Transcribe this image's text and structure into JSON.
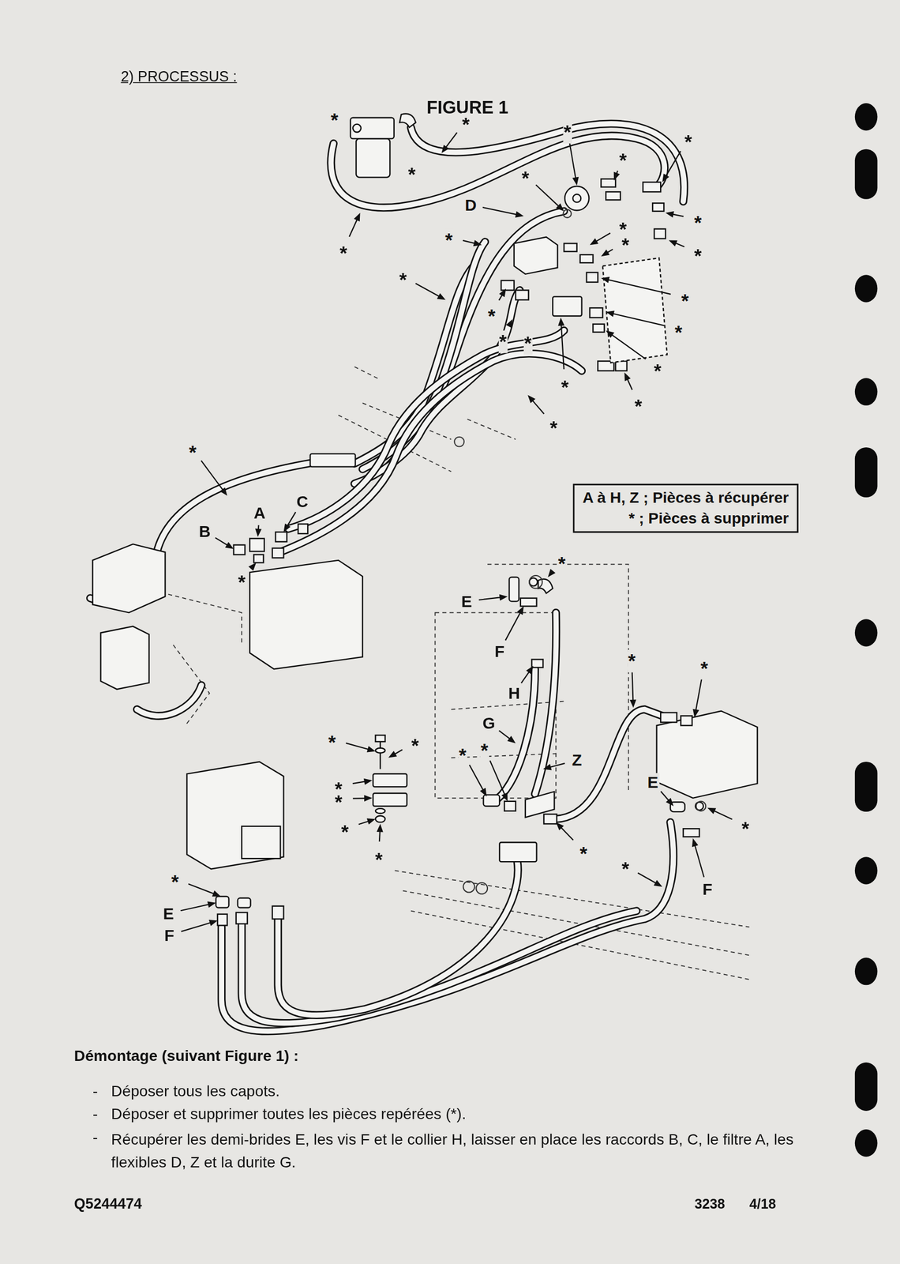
{
  "diagram": {
    "title": "FIGURE 1",
    "nodes": [
      {
        "text": [
          "A à H, Z ; Pièces à récupérer",
          "* ; Pièces à supprimer"
        ]
      }
    ],
    "labels": [
      "2) PROCESSUS :",
      "*",
      "*",
      "*",
      "*",
      "*",
      "*",
      "*",
      "*",
      "*",
      "*",
      "*",
      "*",
      "*",
      "*",
      "D",
      "*",
      "*",
      "*",
      "*",
      "*",
      "*",
      "*",
      "*",
      "*",
      "*",
      "A",
      "C",
      "B",
      "*",
      "*",
      "E",
      "F",
      "H",
      "G",
      "Z",
      "*",
      "*",
      "*",
      "*",
      "*",
      "E",
      "*",
      "F",
      "*",
      "*",
      "*",
      "*",
      "*",
      "*",
      "*",
      "*",
      "E",
      "F",
      "Démontage (suivant Figure 1) :",
      "-",
      "Déposer tous les capots.",
      "-",
      "Déposer et supprimer toutes les pièces repérées (*).",
      "-",
      "Récupérer les demi-brides E, les vis F et le collier H, laisser en place les raccords B, C, le filtre A, les flexibles D, Z et la durite G.",
      "Q5244474",
      "3238",
      "4/18"
    ]
  }
}
